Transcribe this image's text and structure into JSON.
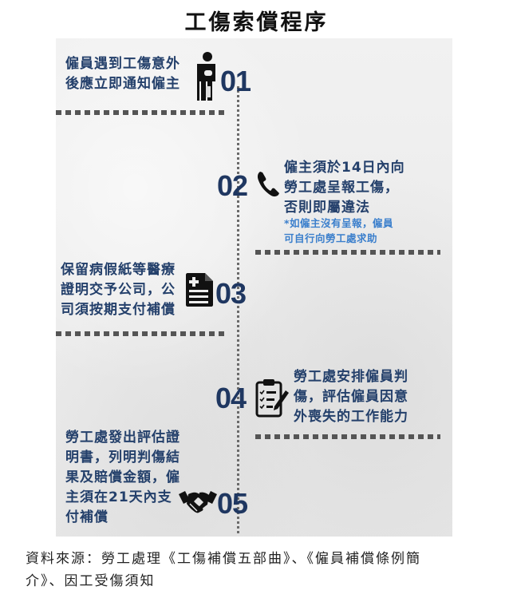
{
  "title": "工傷索償程序",
  "colors": {
    "primary_text": "#24406b",
    "step_number": "#1f3761",
    "note_text": "#3b7fcc",
    "divider": "#555555",
    "background": "#ececec"
  },
  "steps": [
    {
      "number": "01",
      "icon": "injured-worker-crutch-icon",
      "lines": [
        "僱員遇到工傷意外",
        "後應立即通知僱主"
      ]
    },
    {
      "number": "02",
      "icon": "phone-icon",
      "lines": [
        "僱主須於14日內向",
        "勞工處呈報工傷，",
        "否則即屬違法"
      ],
      "note_lines": [
        "*如僱主沒有呈報，僱員",
        "可自行向勞工處求助"
      ]
    },
    {
      "number": "03",
      "icon": "medical-document-icon",
      "lines": [
        "保留病假紙等醫療",
        "證明交予公司，公",
        "司須按期支付補償"
      ]
    },
    {
      "number": "04",
      "icon": "clipboard-checklist-icon",
      "lines": [
        "勞工處安排僱員判",
        "傷，評估僱員因意",
        "外喪失的工作能力"
      ]
    },
    {
      "number": "05",
      "icon": "handshake-icon",
      "lines": [
        "勞工處發出評估證",
        "明書，列明判傷結",
        "果及賠償金額，僱",
        "主須在21天內支",
        "付補償"
      ]
    }
  ],
  "source": {
    "line1": "資料來源：勞工處理《工傷補償五部曲》、《僱員補償條例簡",
    "line2": "介》、因工受傷須知"
  }
}
